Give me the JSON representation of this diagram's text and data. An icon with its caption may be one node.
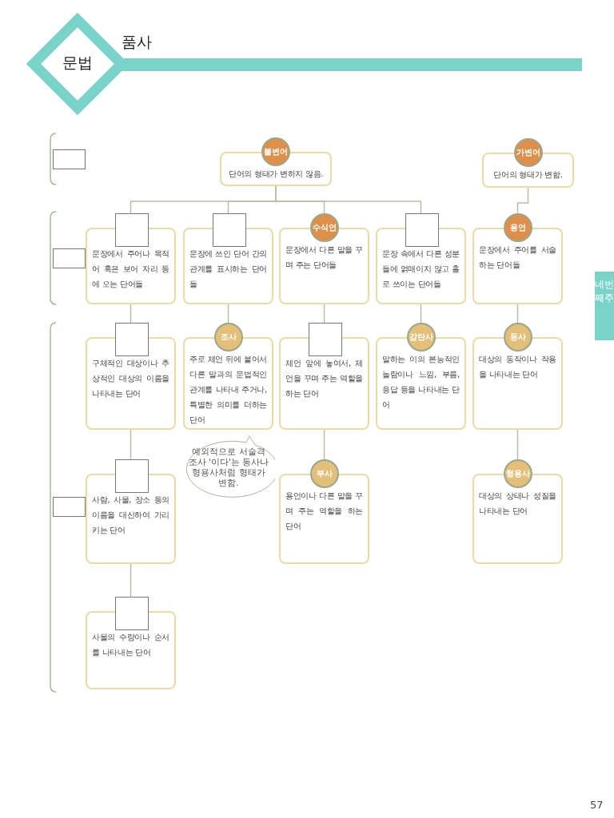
{
  "diagram": {
    "title": "품사",
    "nodes": [
      {
        "text": [
          "불변어",
          "단어의 형태가 변하지 않음."
        ]
      },
      {
        "text": [
          "가변어",
          "단어의 형태가 변함."
        ]
      },
      {
        "text": [
          "문장에서 주어나 목적어 혹은 보어 자리 등에 오는 단어들"
        ]
      },
      {
        "text": [
          "문장에 쓰인 단어 간의 관계를 표시하는 단어들"
        ]
      },
      {
        "text": [
          "수식언",
          "문장에서 다른 말을 꾸며 주는 단어들"
        ]
      },
      {
        "text": [
          "문장 속에서 다른 성분들에 얽매이지 않고 홀로 쓰이는 단어들"
        ]
      },
      {
        "text": [
          "용언",
          "문장에서 주어를 서술하는 단어들"
        ]
      },
      {
        "text": [
          "구체적인 대상이나 추상적인 대상의 이름을 나타내는 단어"
        ]
      },
      {
        "text": [
          "조사",
          "주로 체언 뒤에 붙어서 다른 말과의 문법적인 관계를 나타내 주거나, 특별한 의미를 더하는 단어"
        ]
      },
      {
        "text": [
          "체언 앞에 놓여서, 체언을 꾸며 주는 역할을 하는 단어"
        ]
      },
      {
        "text": [
          "감탄사",
          "말하는 이의 본능적인 놀람이나 느낌, 부름, 응답 등을 나타내는 단어"
        ]
      },
      {
        "text": [
          "동사",
          "대상의 동작이나 작용을 나타내는 단어"
        ]
      },
      {
        "text": [
          "예외적으로 서술격 조사 '이다'는 동사나 형용사처럼 형태가 변함."
        ]
      },
      {
        "text": [
          "사람, 사물, 장소 등의 이름을 대신하여 가리키는 단어"
        ]
      },
      {
        "text": [
          "부사",
          "용언이나 다른 말을 꾸며 주는 역할을 하는 단어"
        ]
      },
      {
        "text": [
          "형용사",
          "대상의 상태나 성질을 나타내는 단어"
        ]
      },
      {
        "text": [
          "사물의 수량이나 순서를 나타내는 단어"
        ]
      }
    ],
    "edges": [
      {
        "from": 0,
        "to": 2,
        "arrow": "none"
      },
      {
        "from": 0,
        "to": 3,
        "arrow": "none"
      },
      {
        "from": 0,
        "to": 4,
        "arrow": "none"
      },
      {
        "from": 0,
        "to": 5,
        "arrow": "none"
      },
      {
        "from": 1,
        "to": 6,
        "arrow": "none"
      },
      {
        "from": 2,
        "to": 7,
        "arrow": "none"
      },
      {
        "from": 3,
        "to": 8,
        "arrow": "none"
      },
      {
        "from": 4,
        "to": 9,
        "arrow": "none"
      },
      {
        "from": 5,
        "to": 10,
        "arrow": "none"
      },
      {
        "from": 6,
        "to": 11,
        "arrow": "none"
      },
      {
        "from": 7,
        "to": 13,
        "arrow": "none"
      },
      {
        "from": 9,
        "to": 14,
        "arrow": "none"
      },
      {
        "from": 11,
        "to": 15,
        "arrow": "none"
      },
      {
        "from": 13,
        "to": 16,
        "arrow": "none"
      }
    ],
    "labels": [
      "문법",
      "네번째주",
      "57"
    ]
  }
}
